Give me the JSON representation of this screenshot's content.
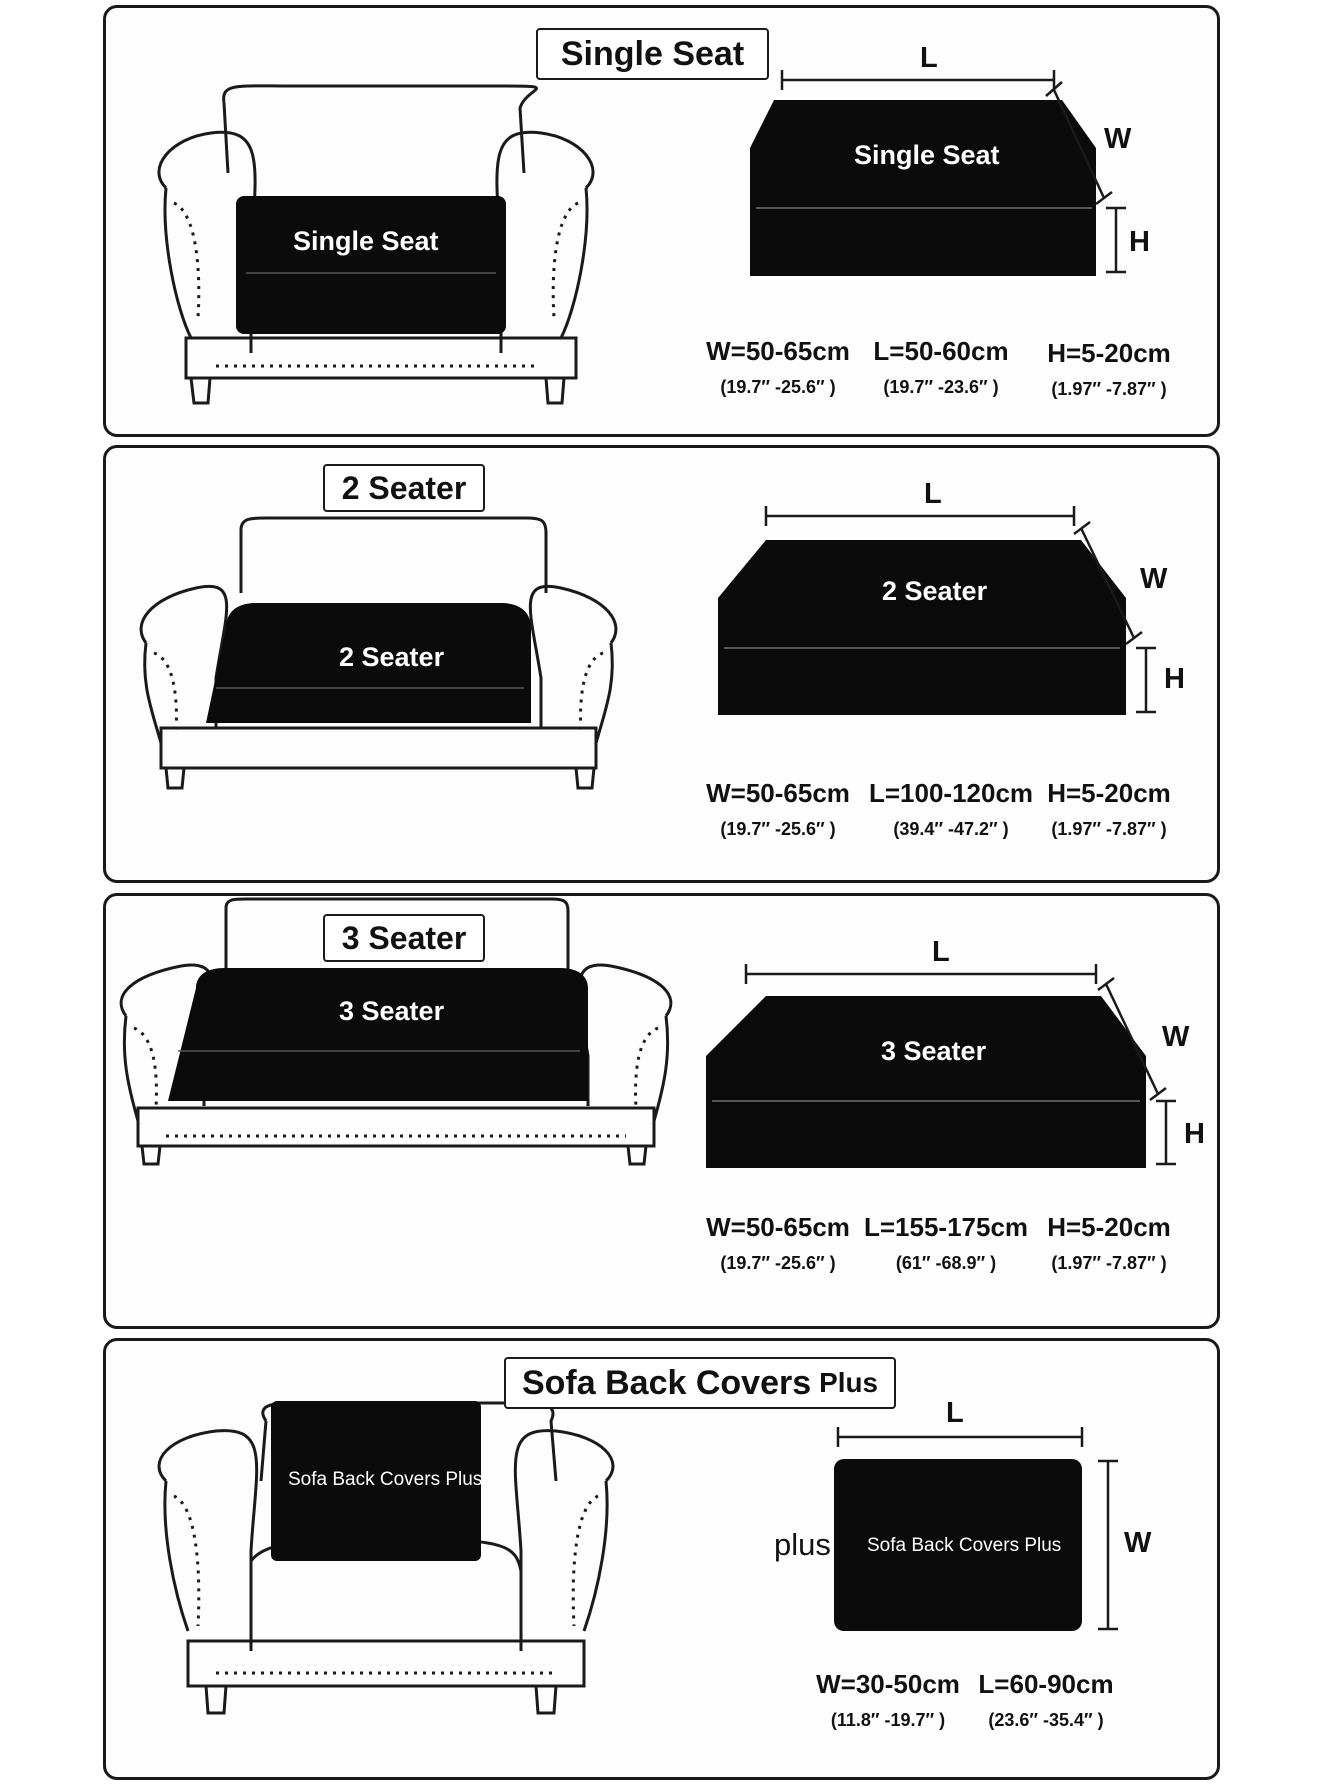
{
  "colors": {
    "cushion": "#0b0b0b",
    "outline": "#1a1a1a",
    "panel_bg": "#fdfdfd"
  },
  "dimension_letters": {
    "length": "L",
    "width": "W",
    "height": "H"
  },
  "panels": [
    {
      "title": "Single Seat",
      "sofa_label": "Single Seat",
      "cushion_label": "Single Seat",
      "measurements": [
        {
          "cm": "W=50-65cm",
          "inch": "(19.7″ -25.6″ )"
        },
        {
          "cm": "L=50-60cm",
          "inch": "(19.7″ -23.6″ )"
        },
        {
          "cm": "H=5-20cm",
          "inch": "(1.97″ -7.87″ )"
        }
      ]
    },
    {
      "title": "2 Seater",
      "sofa_label": "2 Seater",
      "cushion_label": "2 Seater",
      "measurements": [
        {
          "cm": "W=50-65cm",
          "inch": "(19.7″ -25.6″ )"
        },
        {
          "cm": "L=100-120cm",
          "inch": "(39.4″ -47.2″ )"
        },
        {
          "cm": "H=5-20cm",
          "inch": "(1.97″ -7.87″ )"
        }
      ]
    },
    {
      "title": "3 Seater",
      "sofa_label": "3 Seater",
      "cushion_label": "3 Seater",
      "measurements": [
        {
          "cm": "W=50-65cm",
          "inch": "(19.7″ -25.6″ )"
        },
        {
          "cm": "L=155-175cm",
          "inch": "(61″ -68.9″ )"
        },
        {
          "cm": "H=5-20cm",
          "inch": "(1.97″ -7.87″ )"
        }
      ]
    },
    {
      "title": "Sofa Back Covers",
      "title_suffix": "Plus",
      "sofa_label": "Sofa Back Covers Plus",
      "cushion_label": "Sofa Back Covers Plus",
      "plus_word": "plus",
      "measurements": [
        {
          "cm": "W=30-50cm",
          "inch": "(11.8″ -19.7″ )"
        },
        {
          "cm": "L=60-90cm",
          "inch": "(23.6″ -35.4″ )"
        }
      ]
    }
  ]
}
